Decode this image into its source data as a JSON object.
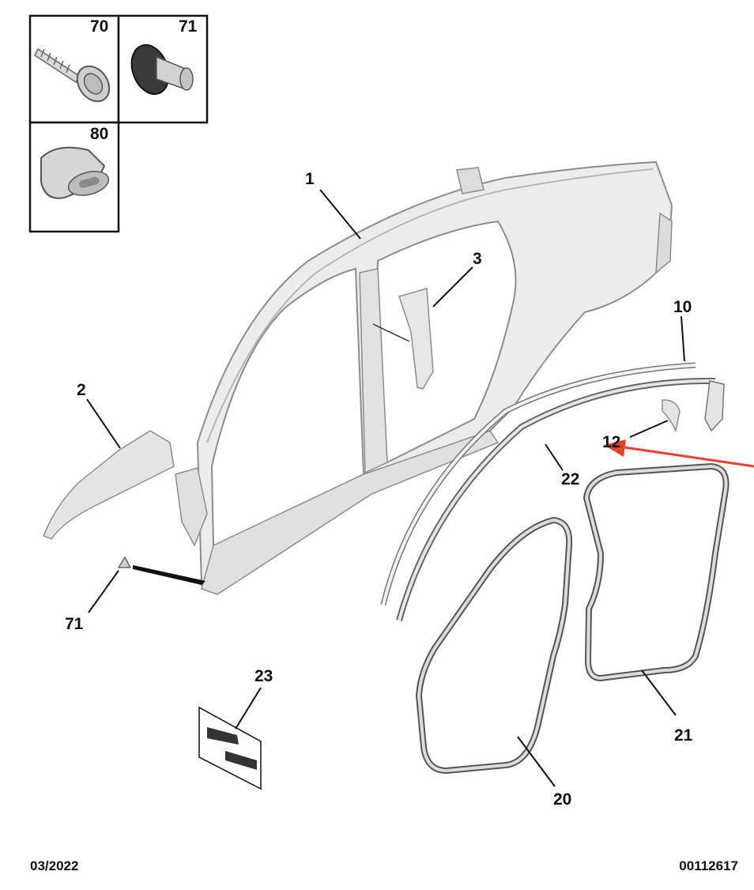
{
  "hardware_boxes": [
    {
      "number": "70",
      "icon": "screw-icon"
    },
    {
      "number": "71",
      "icon": "nut-insert-icon"
    },
    {
      "number": "80",
      "icon": "clip-icon"
    }
  ],
  "callouts": {
    "c1": "1",
    "c2": "2",
    "c3": "3",
    "c10": "10",
    "c12": "12",
    "c22": "22",
    "c71": "71",
    "c23": "23",
    "c21": "21",
    "c20": "20"
  },
  "footer": {
    "date": "03/2022",
    "reference": "00112617"
  },
  "colors": {
    "arrow": "#e8412c",
    "part_fill": "#ededed",
    "part_stroke": "#8a8a8a"
  }
}
